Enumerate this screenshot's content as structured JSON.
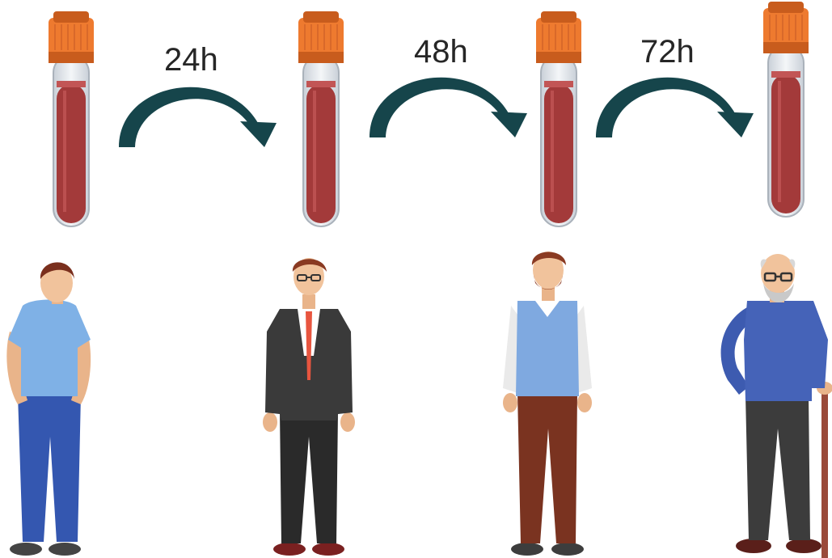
{
  "intervals": [
    "24h",
    "48h",
    "72h"
  ],
  "colors": {
    "cap": "#ee7a2f",
    "cap_dark": "#c85c1d",
    "blood": "#a33a3a",
    "blood_top": "#c25555",
    "glass": "#dde3ea",
    "arrow": "#16454b"
  },
  "people": [
    {
      "icon": "young-man-casual-icon"
    },
    {
      "icon": "man-in-suit-icon"
    },
    {
      "icon": "man-in-vest-icon"
    },
    {
      "icon": "elderly-man-with-cane-icon"
    }
  ],
  "tubes": [
    {
      "icon": "blood-tube-icon"
    },
    {
      "icon": "blood-tube-icon"
    },
    {
      "icon": "blood-tube-icon"
    },
    {
      "icon": "blood-tube-icon"
    }
  ]
}
